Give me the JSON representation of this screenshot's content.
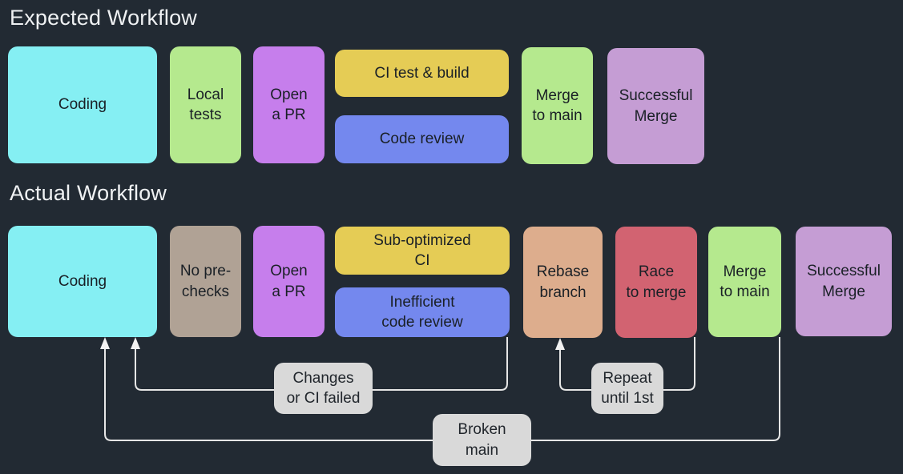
{
  "canvas": {
    "background_color": "#222A33",
    "connector_color": "#E6E6E6",
    "arrowhead_color": "#F2F2F2",
    "annotation_bg_color": "#D9D9D9",
    "box_text_color": "#1A2026",
    "title_color": "#EFF1F3"
  },
  "sections": {
    "expected": {
      "title": "Expected Workflow"
    },
    "actual": {
      "title": "Actual Workflow"
    }
  },
  "expected_boxes": [
    {
      "id": "coding",
      "label": "Coding",
      "color": "#85EFF3"
    },
    {
      "id": "local-tests",
      "label": "Local\ntests",
      "color": "#B5E98E"
    },
    {
      "id": "open-a-pr",
      "label": "Open\na PR",
      "color": "#C67EEC"
    },
    {
      "id": "ci-test-build",
      "label": "CI test & build",
      "color": "#E5CC55"
    },
    {
      "id": "code-review",
      "label": "Code review",
      "color": "#7488EE"
    },
    {
      "id": "merge-to-main",
      "label": "Merge\nto main",
      "color": "#B5E98E"
    },
    {
      "id": "successful-merge",
      "label": "Successful\nMerge",
      "color": "#C59DD4"
    }
  ],
  "actual_boxes": [
    {
      "id": "coding",
      "label": "Coding",
      "color": "#85EFF3"
    },
    {
      "id": "no-pre-checks",
      "label": "No pre-\nchecks",
      "color": "#B0A295"
    },
    {
      "id": "open-a-pr",
      "label": "Open\na PR",
      "color": "#C67EEC"
    },
    {
      "id": "sub-optimized-ci",
      "label": "Sub-optimized\nCI",
      "color": "#E5CC55"
    },
    {
      "id": "inefficient-code-review",
      "label": "Inefficient\ncode review",
      "color": "#7488EE"
    },
    {
      "id": "rebase-branch",
      "label": "Rebase\nbranch",
      "color": "#DDAD8D"
    },
    {
      "id": "race-to-merge",
      "label": "Race\nto merge",
      "color": "#D26371"
    },
    {
      "id": "merge-to-main",
      "label": "Merge\nto main",
      "color": "#B5E98E"
    },
    {
      "id": "successful-merge",
      "label": "Successful\nMerge",
      "color": "#C59DD4"
    }
  ],
  "annotations": [
    {
      "id": "changes-or-ci-failed",
      "label": "Changes\nor CI failed",
      "from": "inefficient-code-review",
      "to": "coding"
    },
    {
      "id": "repeat-until-1st",
      "label": "Repeat\nuntil 1st",
      "from": "race-to-merge",
      "to": "rebase-branch"
    },
    {
      "id": "broken-main",
      "label": "Broken\nmain",
      "from": "merge-to-main",
      "to": "coding"
    }
  ]
}
